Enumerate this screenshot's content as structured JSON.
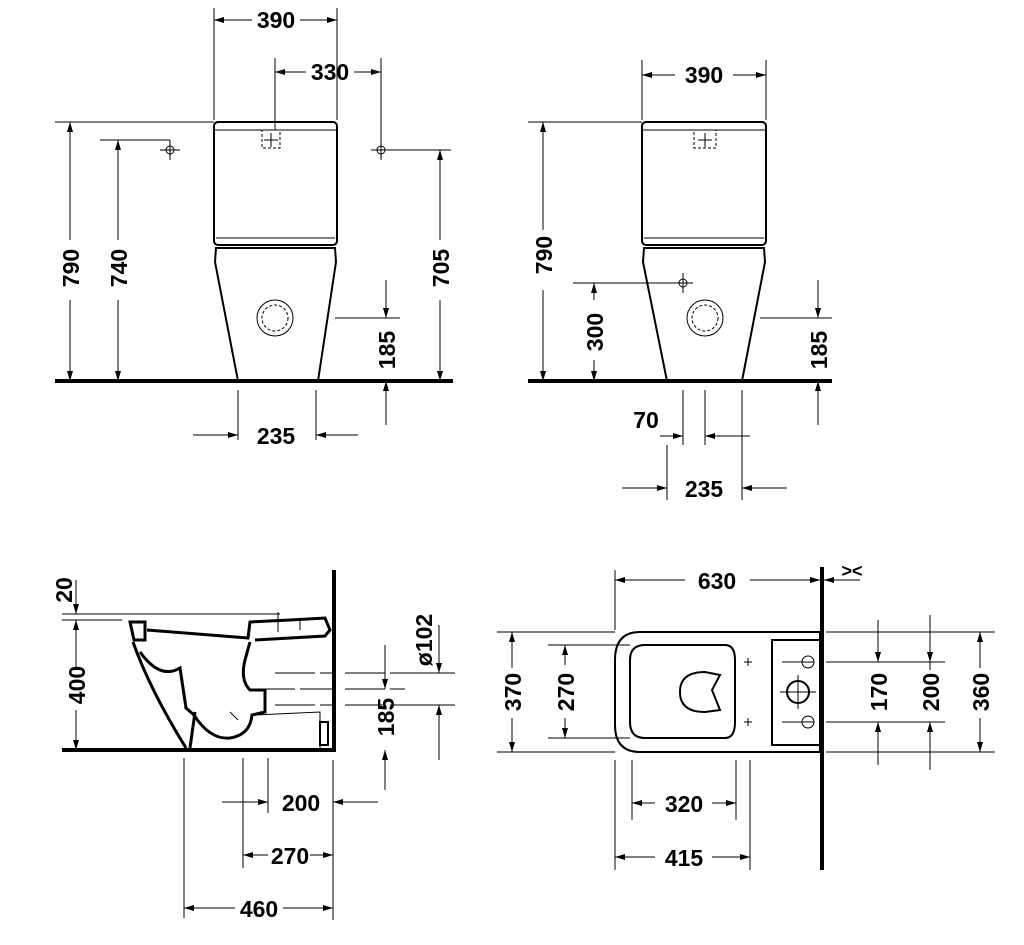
{
  "front_view": {
    "width_390": "390",
    "offset_330": "330",
    "height_790": "790",
    "height_740": "740",
    "height_705": "705",
    "outlet_185": "185",
    "base_235": "235"
  },
  "side_view": {
    "width_390": "390",
    "height_790": "790",
    "inlet_300": "300",
    "outlet_185": "185",
    "offset_70": "70",
    "base_235": "235"
  },
  "section_view": {
    "seat_20": "20",
    "height_400": "400",
    "pipe_d102": "ø102",
    "outlet_185": "185",
    "dist_200": "200",
    "dist_270": "270",
    "depth_460": "460"
  },
  "plan_view": {
    "length_630": "630",
    "wall_gap": "><",
    "width_370": "370",
    "width_270": "270",
    "fix_170": "170",
    "fix_200": "200",
    "width_360": "360",
    "dist_320": "320",
    "dist_415": "415"
  }
}
